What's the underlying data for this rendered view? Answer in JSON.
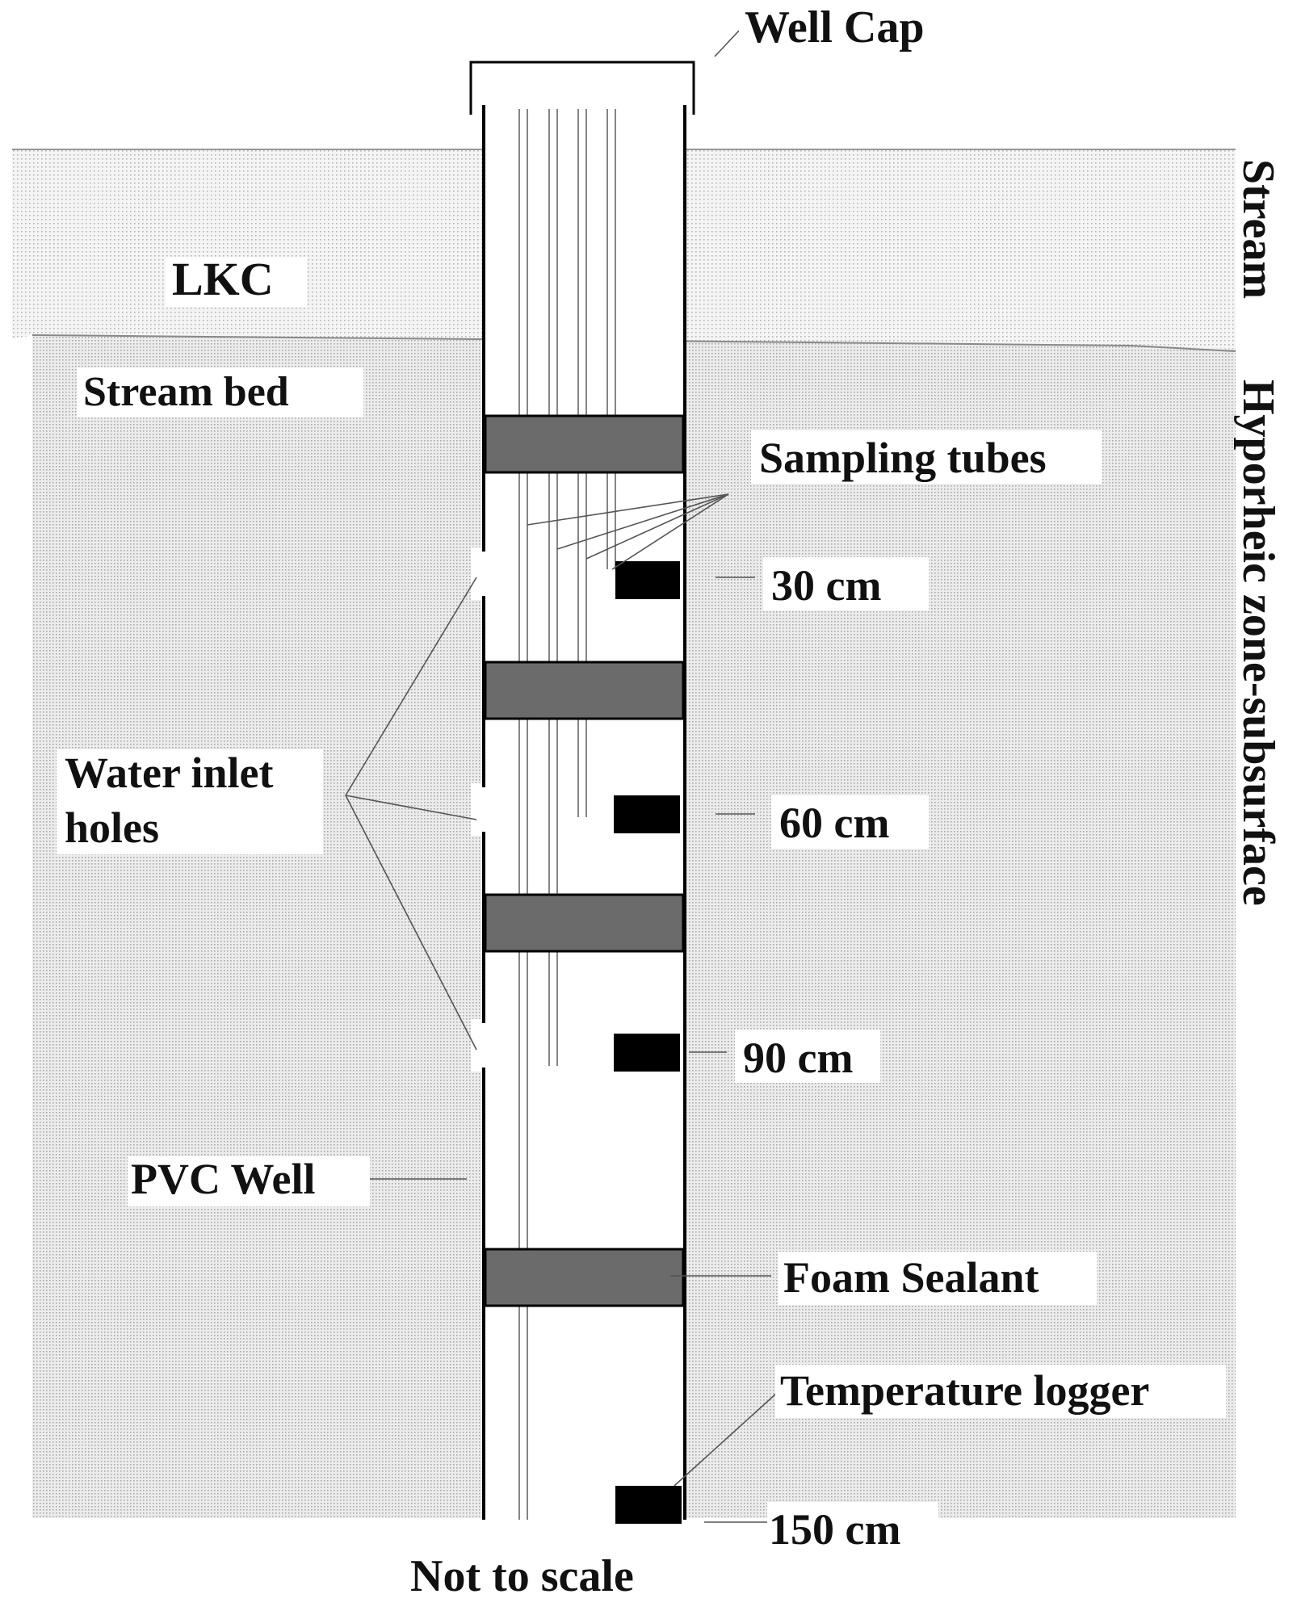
{
  "labels": {
    "well_cap": "Well Cap",
    "stream": "Stream",
    "lkc": "LKC",
    "stream_bed": "Stream bed",
    "hyporheic": "Hyporheic zone-subsurface",
    "sampling_tubes": "Sampling tubes",
    "water_inlet_line1": "Water inlet",
    "water_inlet_line2": "holes",
    "depth_30": "30 cm",
    "depth_60": "60 cm",
    "depth_90": "90 cm",
    "depth_150": "150 cm",
    "pvc_well": "PVC Well",
    "foam_sealant": "Foam Sealant",
    "temperature_logger": "Temperature logger",
    "not_to_scale": "Not to scale"
  },
  "colors": {
    "stream_fill": "#e9e9e9",
    "subsurface_fill": "#dedede",
    "foam_sealant": "#6b6b6b",
    "logger": "#000000",
    "well_wall": "#000000",
    "tube_line": "#666666"
  }
}
